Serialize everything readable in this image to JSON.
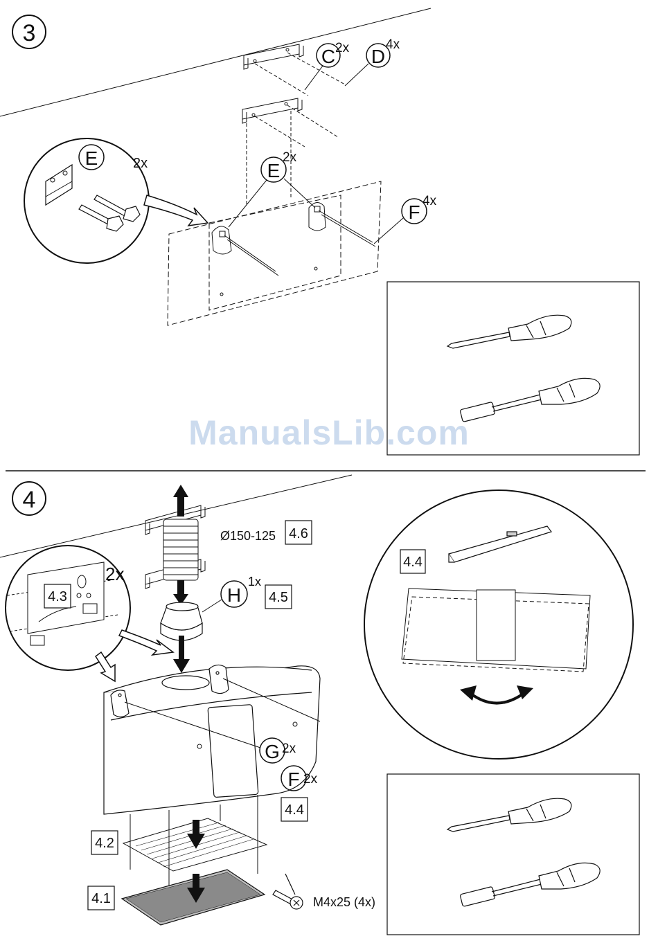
{
  "step3": {
    "number": "3",
    "parts": {
      "c_letter": "C",
      "c_qty": "2x",
      "d_letter": "D",
      "d_qty": "4x",
      "e_detail_letter": "E",
      "e_detail_qty": "2x",
      "e_letter": "E",
      "e_qty": "2x",
      "f_letter": "F",
      "f_qty": "4x"
    },
    "tools": [
      "phillips-screwdriver",
      "nut-driver"
    ]
  },
  "step4": {
    "number": "4",
    "labels": {
      "duct_size": "Ø150-125",
      "box_4_6": "4.6",
      "h_letter": "H",
      "h_qty": "1x",
      "box_4_5": "4.5",
      "box_4_3": "4.3",
      "detail_qty": "2x",
      "box_4_4_circle": "4.4",
      "g_letter": "G",
      "g_qty": "2x",
      "f_letter": "F",
      "f_qty": "2x",
      "box_4_4": "4.4",
      "box_4_2": "4.2",
      "box_4_1": "4.1",
      "screw": "M4x25 (4x)"
    },
    "tools": [
      "phillips-screwdriver",
      "nut-driver"
    ]
  },
  "watermark": "ManualsLib.com"
}
